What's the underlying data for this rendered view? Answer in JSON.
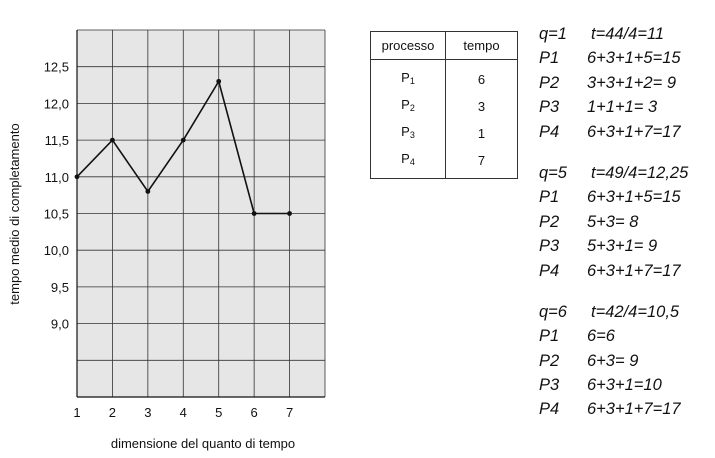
{
  "chart_data": {
    "type": "line",
    "x": [
      1,
      2,
      3,
      4,
      5,
      6,
      7
    ],
    "y": [
      11.0,
      11.5,
      10.8,
      11.5,
      12.3,
      10.5,
      10.5
    ],
    "xlabel": "dimensione del quanto di tempo",
    "ylabel": "tempo medio di completamento",
    "xticks": [
      "1",
      "2",
      "3",
      "4",
      "5",
      "6",
      "7"
    ],
    "yticks": [
      {
        "value": 9.0,
        "label": "9,0"
      },
      {
        "value": 9.5,
        "label": "9,5"
      },
      {
        "value": 10.0,
        "label": "10,0"
      },
      {
        "value": 10.5,
        "label": "10,5"
      },
      {
        "value": 11.0,
        "label": "11,0"
      },
      {
        "value": 11.5,
        "label": "11,5"
      },
      {
        "value": 12.0,
        "label": "12,0"
      },
      {
        "value": 12.5,
        "label": "12,5"
      }
    ],
    "xlim": [
      1,
      8
    ],
    "ylim": [
      8.0,
      13.0
    ],
    "grid": true,
    "background": "#e6e6e6",
    "line_color": "#111111"
  },
  "table": {
    "headers": [
      "processo",
      "tempo"
    ],
    "rows": [
      {
        "proc": "P",
        "sub": "1",
        "time": "6"
      },
      {
        "proc": "P",
        "sub": "2",
        "time": "3"
      },
      {
        "proc": "P",
        "sub": "3",
        "time": "1"
      },
      {
        "proc": "P",
        "sub": "4",
        "time": "7"
      }
    ]
  },
  "calc": [
    {
      "q": "q=1",
      "t": "t=44/4=11",
      "lines": [
        {
          "p": "P1",
          "expr": "6+3+1+5=15"
        },
        {
          "p": "P2",
          "expr": "3+3+1+2= 9"
        },
        {
          "p": "P3",
          "expr": "1+1+1= 3"
        },
        {
          "p": "P4",
          "expr": "6+3+1+7=17"
        }
      ]
    },
    {
      "q": "q=5",
      "t": "t=49/4=12,25",
      "lines": [
        {
          "p": "P1",
          "expr": "6+3+1+5=15"
        },
        {
          "p": "P2",
          "expr": "5+3= 8"
        },
        {
          "p": "P3",
          "expr": "5+3+1= 9"
        },
        {
          "p": "P4",
          "expr": "6+3+1+7=17"
        }
      ]
    },
    {
      "q": "q=6",
      "t": "t=42/4=10,5",
      "lines": [
        {
          "p": "P1",
          "expr": "6=6"
        },
        {
          "p": "P2",
          "expr": "6+3= 9"
        },
        {
          "p": "P3",
          "expr": "6+3+1=10"
        },
        {
          "p": "P4",
          "expr": "6+3+1+7=17"
        }
      ]
    }
  ]
}
